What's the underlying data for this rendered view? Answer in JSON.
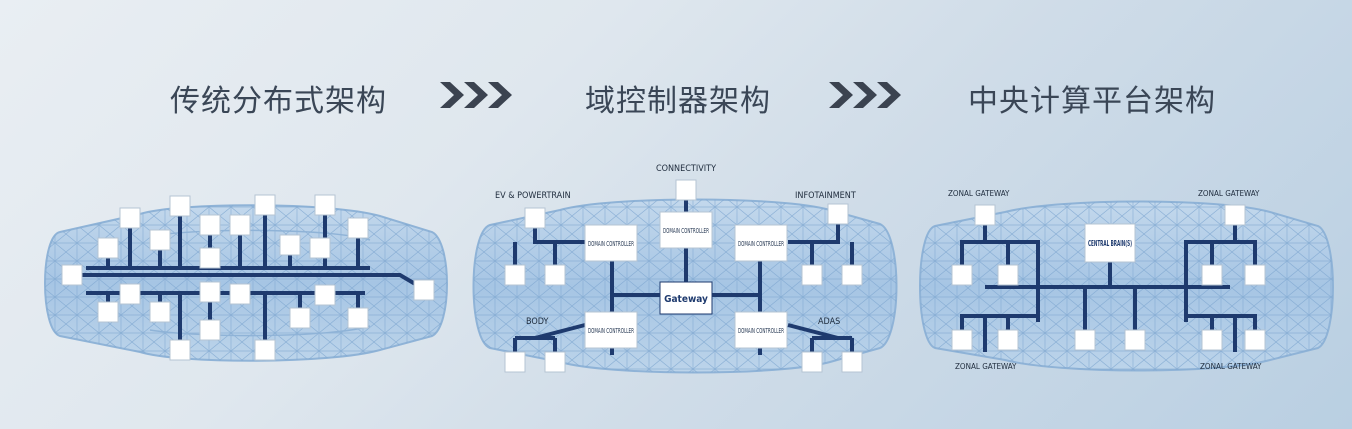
{
  "stages": [
    {
      "title": "传统分布式架构"
    },
    {
      "title": "域控制器架构"
    },
    {
      "title": "中央计算平台架构"
    }
  ],
  "arrow_icon": "triple-chevron-right-icon",
  "domain_stage": {
    "labels": {
      "connectivity": "CONNECTIVITY",
      "ev_powertrain": "EV & POWERTRAIN",
      "infotainment": "INFOTAINMENT",
      "body": "BODY",
      "adas": "ADAS"
    },
    "domain_controller": "DOMAIN CONTROLLER",
    "gateway": "Gateway"
  },
  "central_stage": {
    "zonal_gateway": "ZONAL GATEWAY",
    "central_brain": "CENTRAL BRAIN(S)"
  },
  "colors": {
    "bus": "#1e3a6e",
    "car_fill": "#a9c8e6",
    "car_mesh": "#7fa7d0",
    "node_fill": "#ffffff",
    "title": "#3a4656",
    "chevron": "#3b4350"
  }
}
